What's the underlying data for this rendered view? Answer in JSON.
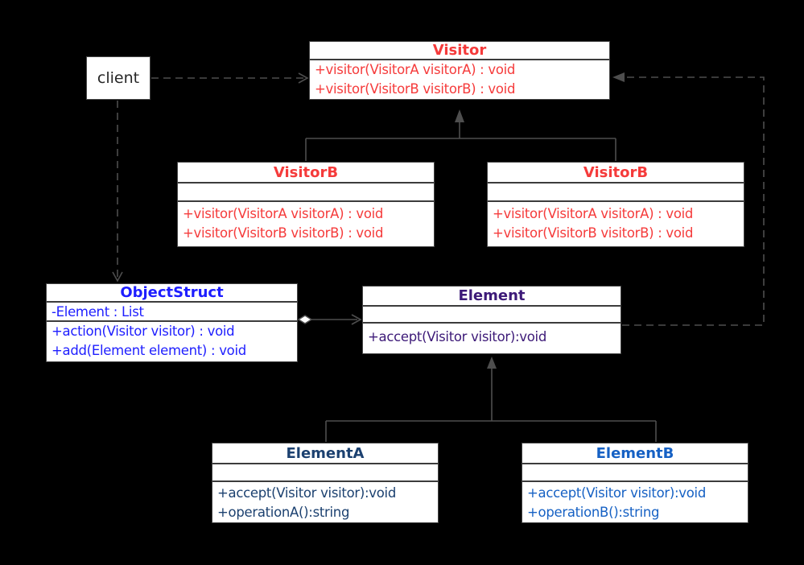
{
  "colors": {
    "background": "#000000",
    "node-fill": "#ffffff",
    "node-border": "#454545",
    "divider": "#3c3c3c",
    "line": "#4e4e4e",
    "red": "#f53b3b",
    "blue": "#1e1eff",
    "purple": "#3d1a78",
    "navy": "#1c4170",
    "medium-blue": "#1661c4",
    "client-text": "#262626"
  },
  "client": {
    "label": "client"
  },
  "classes": {
    "visitor": {
      "name": "Visitor",
      "methods": [
        "+visitor(VisitorA visitorA) : void",
        "+visitor(VisitorB visitorB) : void"
      ]
    },
    "visitorBLeft": {
      "name": "VisitorB",
      "methods": [
        "+visitor(VisitorA visitorA) : void",
        "+visitor(VisitorB visitorB) : void"
      ]
    },
    "visitorBRight": {
      "name": "VisitorB",
      "methods": [
        "+visitor(VisitorA visitorA) : void",
        "+visitor(VisitorB visitorB) : void"
      ]
    },
    "objectStruct": {
      "name": "ObjectStruct",
      "attributes": [
        "-Element : List"
      ],
      "methods": [
        "+action(Visitor visitor) : void",
        "+add(Element element) : void"
      ]
    },
    "element": {
      "name": "Element",
      "methods": [
        "+accept(Visitor visitor):void"
      ]
    },
    "elementA": {
      "name": "ElementA",
      "methods": [
        "+accept(Visitor visitor):void",
        "+operationA():string"
      ]
    },
    "elementB": {
      "name": "ElementB",
      "methods": [
        "+accept(Visitor visitor):void",
        "+operationB():string"
      ]
    }
  },
  "relationships": [
    {
      "type": "dependency",
      "style": "dashed-open-arrow",
      "from": "client",
      "to": "Visitor"
    },
    {
      "type": "dependency",
      "style": "dashed-open-arrow",
      "from": "client",
      "to": "ObjectStruct"
    },
    {
      "type": "generalization",
      "style": "solid-triangle-arrow",
      "from": "VisitorB (left)",
      "to": "Visitor"
    },
    {
      "type": "generalization",
      "style": "solid-triangle-arrow",
      "from": "VisitorB (right)",
      "to": "Visitor"
    },
    {
      "type": "aggregation",
      "style": "white-diamond-open-arrow",
      "from": "ObjectStruct",
      "to": "Element"
    },
    {
      "type": "generalization",
      "style": "solid-triangle-arrow",
      "from": "ElementA",
      "to": "Element"
    },
    {
      "type": "generalization",
      "style": "solid-triangle-arrow",
      "from": "ElementB",
      "to": "Element"
    },
    {
      "type": "dependency",
      "style": "dashed-solid-arrow",
      "from": "Element",
      "to": "Visitor"
    }
  ]
}
